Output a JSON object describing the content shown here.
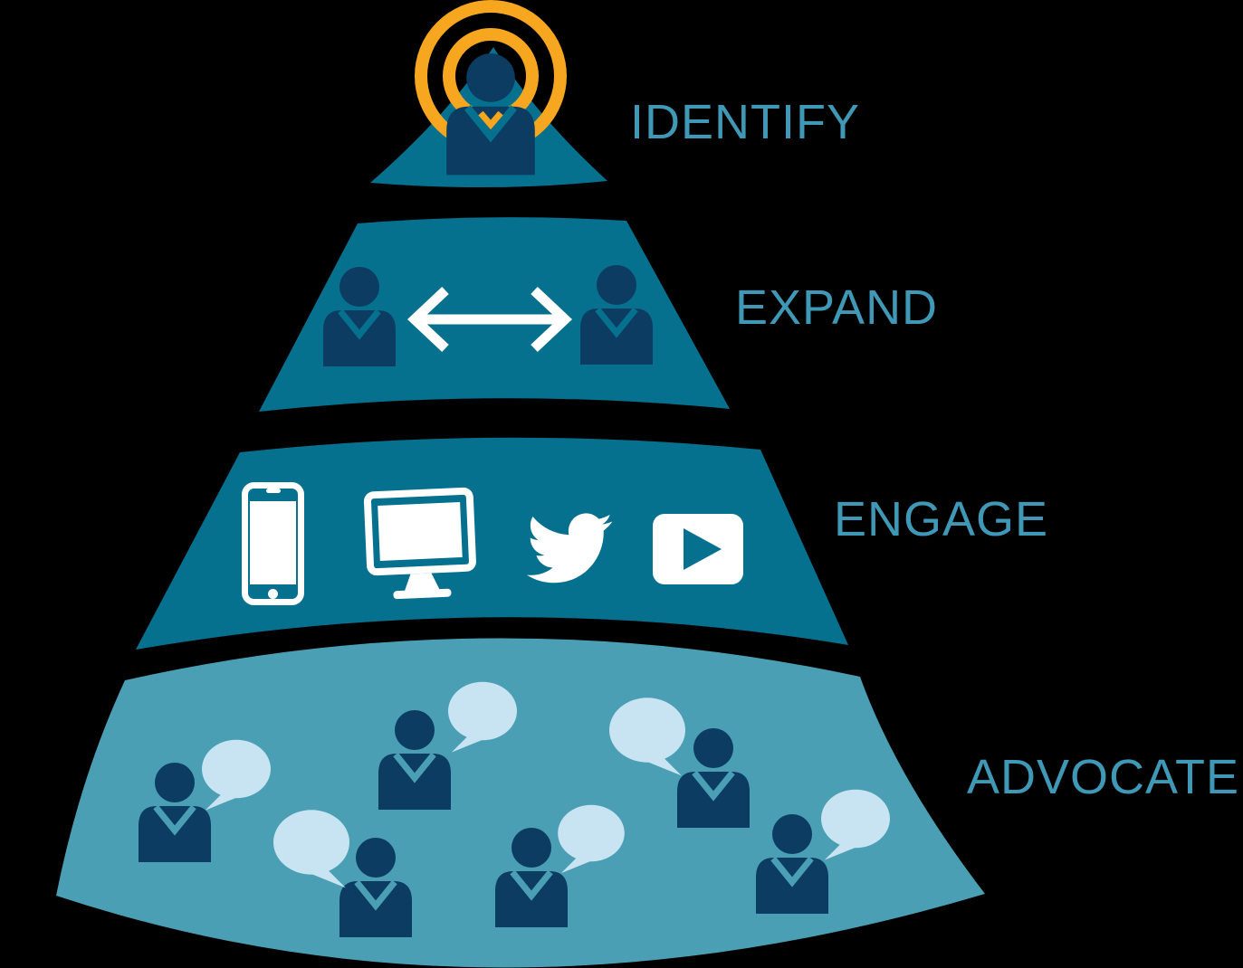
{
  "diagram": {
    "type": "funnel-pyramid-infographic",
    "background_color": "#000000",
    "tiers": [
      {
        "label": "IDENTIFY",
        "fill": "#06708F",
        "icons": [
          "person-icon",
          "signal-rings-icon"
        ],
        "people": 1
      },
      {
        "label": "EXPAND",
        "fill": "#06708F",
        "icons": [
          "person-icon",
          "double-arrow-icon",
          "person-icon"
        ],
        "people": 2
      },
      {
        "label": "ENGAGE",
        "fill": "#06708F",
        "icons": [
          "smartphone-icon",
          "monitor-icon",
          "twitter-bird-icon",
          "play-button-icon"
        ],
        "people": 0
      },
      {
        "label": "ADVOCATE",
        "fill": "#4A9FB4",
        "icons": [
          "person-icon",
          "speech-bubble-icon"
        ],
        "people": 6,
        "speech_bubbles": 6
      }
    ],
    "colors": {
      "tier_teal": "#06708F",
      "tier_light_teal": "#4A9FB4",
      "person_navy": "#0C3C62",
      "rings_orange": "#F6A61F",
      "icons_white": "#FFFFFF",
      "speech_bubble_blue": "#C8E4F3",
      "label_text": "#3F98B5"
    }
  }
}
